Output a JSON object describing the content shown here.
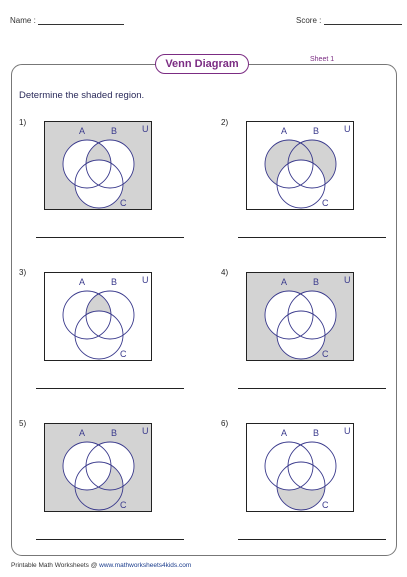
{
  "header": {
    "name_label": "Name :",
    "score_label": "Score :"
  },
  "title": "Venn Diagram",
  "sheet_label": "Sheet 1",
  "instruction": "Determine the shaded region.",
  "set_labels": {
    "a": "A",
    "b": "B",
    "c": "C",
    "u": "U"
  },
  "colors": {
    "shade": "#d3d3d3",
    "outline": "#3a3a8c",
    "title": "#7b2c83"
  },
  "problems": [
    {
      "number": "1)",
      "shading": "U minus (A ∪ B) plus (A ∩ B) minus C"
    },
    {
      "number": "2)",
      "shading": "(A ∪ B) minus C"
    },
    {
      "number": "3)",
      "shading": "(A ∩ B) minus C"
    },
    {
      "number": "4)",
      "shading": "U minus (A ∪ B ∪ C)"
    },
    {
      "number": "5)",
      "shading": "U minus (A ∪ B ∪ C) plus C minus A"
    },
    {
      "number": "6)",
      "shading": "C minus (A ∪ B)"
    }
  ],
  "footer": {
    "prefix": "Printable Math Worksheets @",
    "url": "www.mathworksheets4kids.com"
  }
}
